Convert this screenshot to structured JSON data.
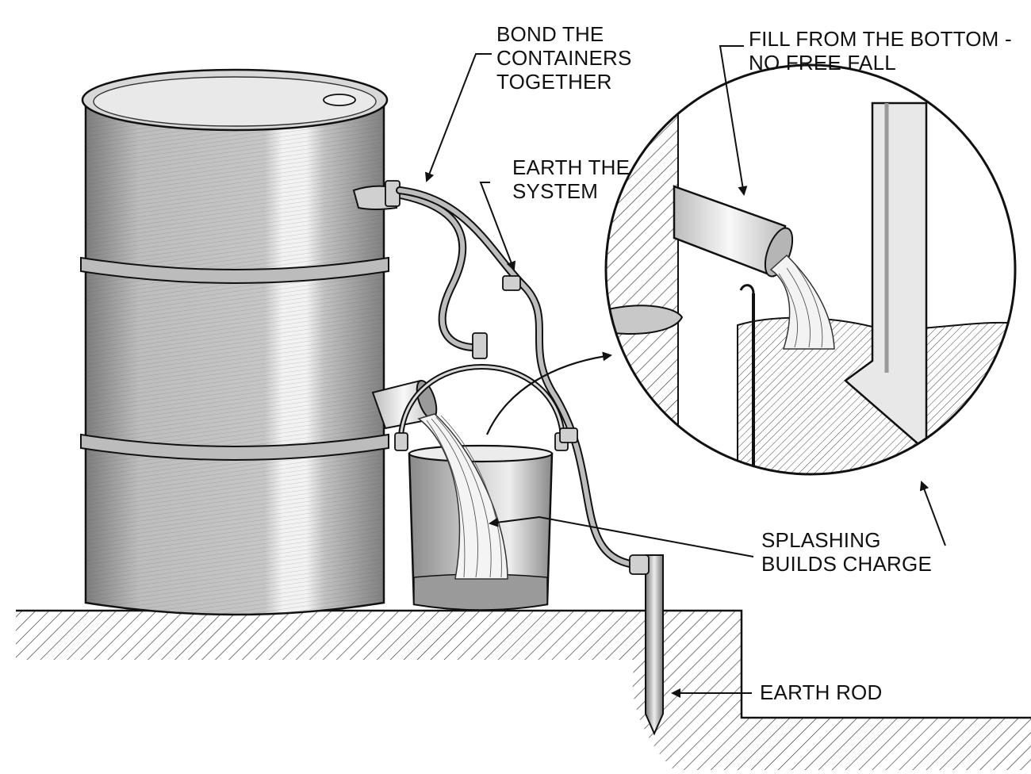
{
  "labels": {
    "bond": "BOND THE\nCONTAINERS\nTOGETHER",
    "earth_system": "EARTH THE\nSYSTEM",
    "fill_bottom": "FILL FROM THE BOTTOM -\nNO FREE FALL",
    "splashing": "SPLASHING\nBUILDS CHARGE",
    "earth_rod": "EARTH ROD"
  },
  "colors": {
    "line": "#1a1a1a",
    "metal": "#c9c9c9",
    "liquid": "#9a9a9a",
    "ground": "#e6e6e6",
    "background": "#ffffff"
  }
}
